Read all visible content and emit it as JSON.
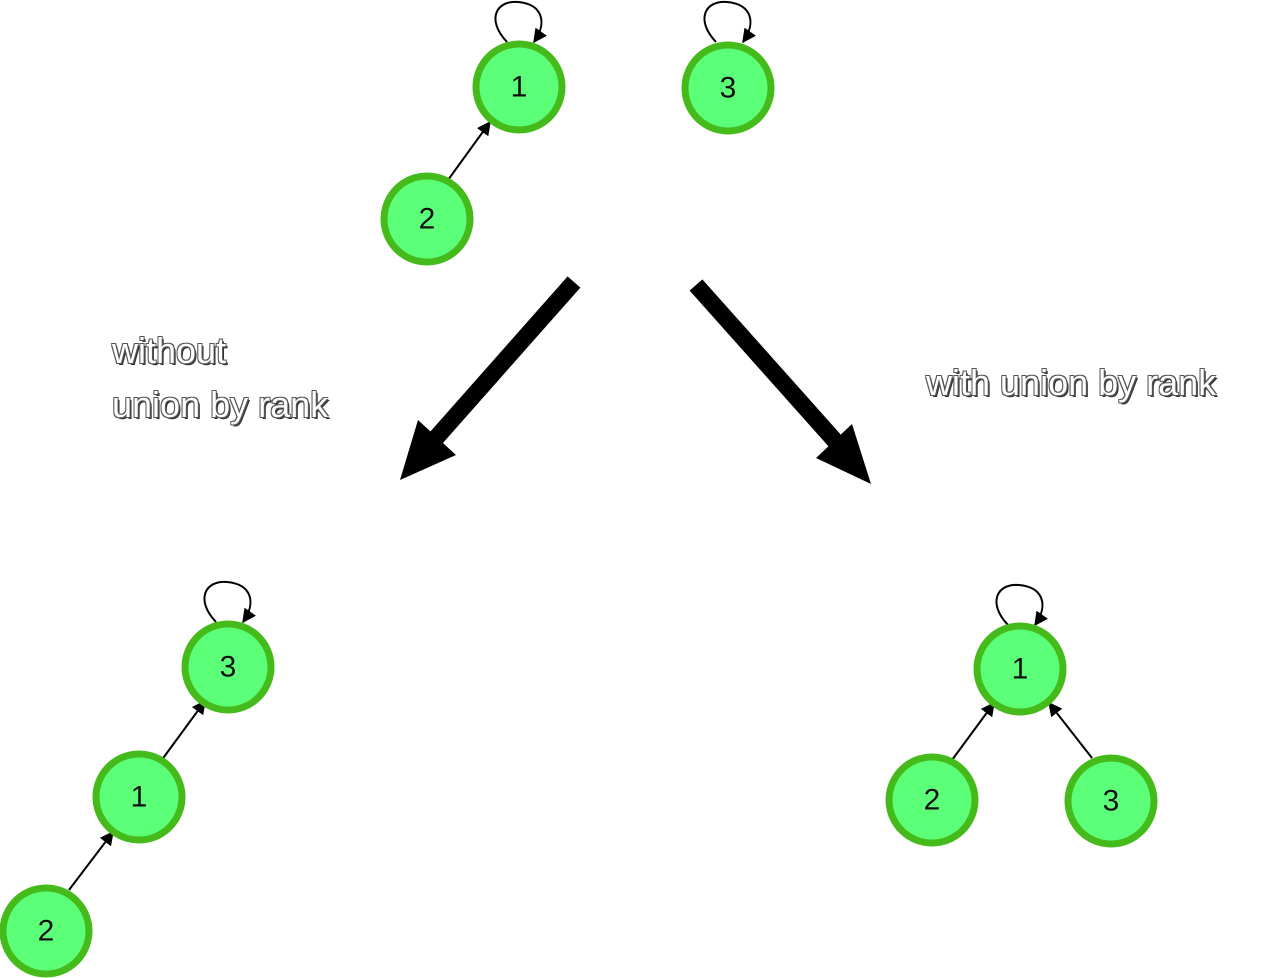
{
  "labels": {
    "left_line1": "without",
    "left_line2": "union by rank",
    "right": "with union by rank"
  },
  "colors": {
    "node_fill": "#5cff78",
    "node_stroke": "#44bb1a",
    "edge": "#000000"
  },
  "nodes": {
    "top_1": "1",
    "top_2": "2",
    "top_3": "3",
    "left_3": "3",
    "left_1": "1",
    "left_2": "2",
    "right_1": "1",
    "right_2": "2",
    "right_3": "3"
  }
}
